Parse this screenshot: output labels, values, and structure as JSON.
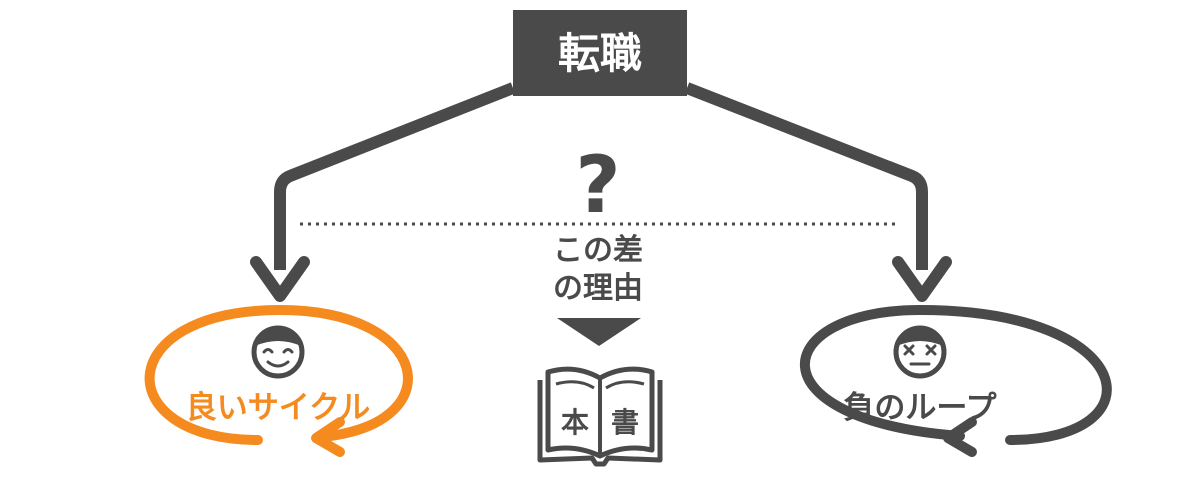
{
  "top_box": {
    "label": "転職"
  },
  "question_mark": "?",
  "divider_label": {
    "line1": "この差",
    "line2": "の理由"
  },
  "left": {
    "label": "良いサイクル"
  },
  "right": {
    "label": "負のループ"
  },
  "book": {
    "label_left": "本",
    "label_right": "書"
  },
  "colors": {
    "dark": "#4a4a4a",
    "orange": "#f58a1f",
    "white": "#ffffff"
  }
}
